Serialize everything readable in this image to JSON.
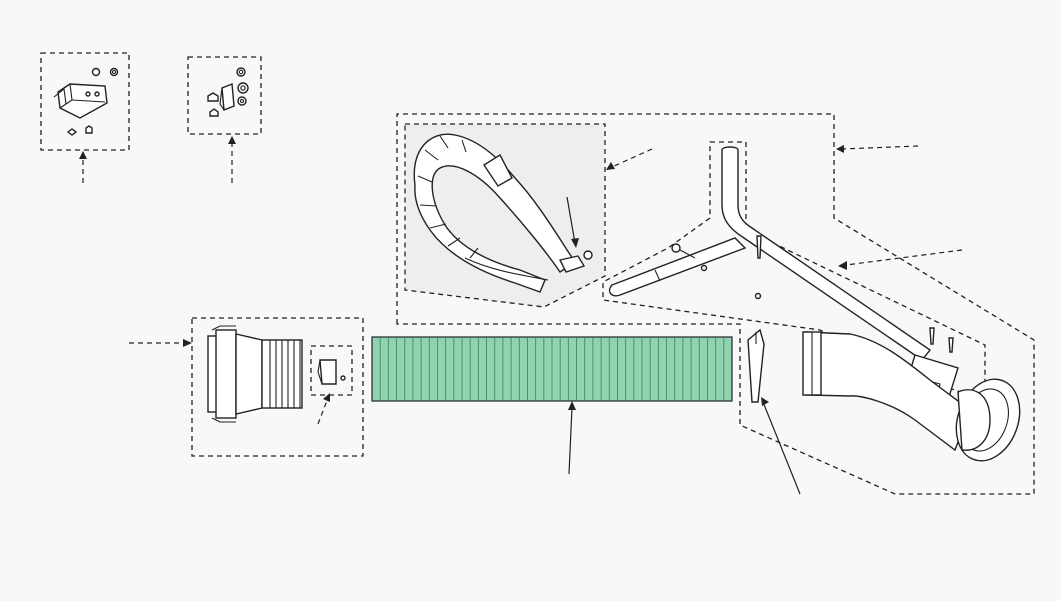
{
  "diagram": {
    "type": "exploded-parts-view",
    "colors": {
      "background": "#f7f8fa",
      "line": "#222222",
      "hose_fill": "#8fd3b0",
      "hose_rib": "#4f8f6f",
      "panel_fill": "#eeeeee"
    },
    "parts": [
      {
        "id": "mounting-bracket-kit",
        "icon": "bracket-assembly-icon"
      },
      {
        "id": "hose-clip-kit",
        "icon": "clip-hardware-icon"
      },
      {
        "id": "shoulder-strap",
        "icon": "strap-icon"
      },
      {
        "id": "handle-tube-assembly",
        "icon": "handle-tube-icon"
      },
      {
        "id": "blower-outlet-adapter",
        "icon": "adapter-icon"
      },
      {
        "id": "adapter-clip",
        "icon": "clip-icon"
      },
      {
        "id": "flexible-hose",
        "icon": "hose-icon"
      },
      {
        "id": "wedge-spacer",
        "icon": "wedge-icon"
      },
      {
        "id": "nozzle-elbow",
        "icon": "elbow-nozzle-icon"
      }
    ],
    "hose_ribs": 44
  }
}
